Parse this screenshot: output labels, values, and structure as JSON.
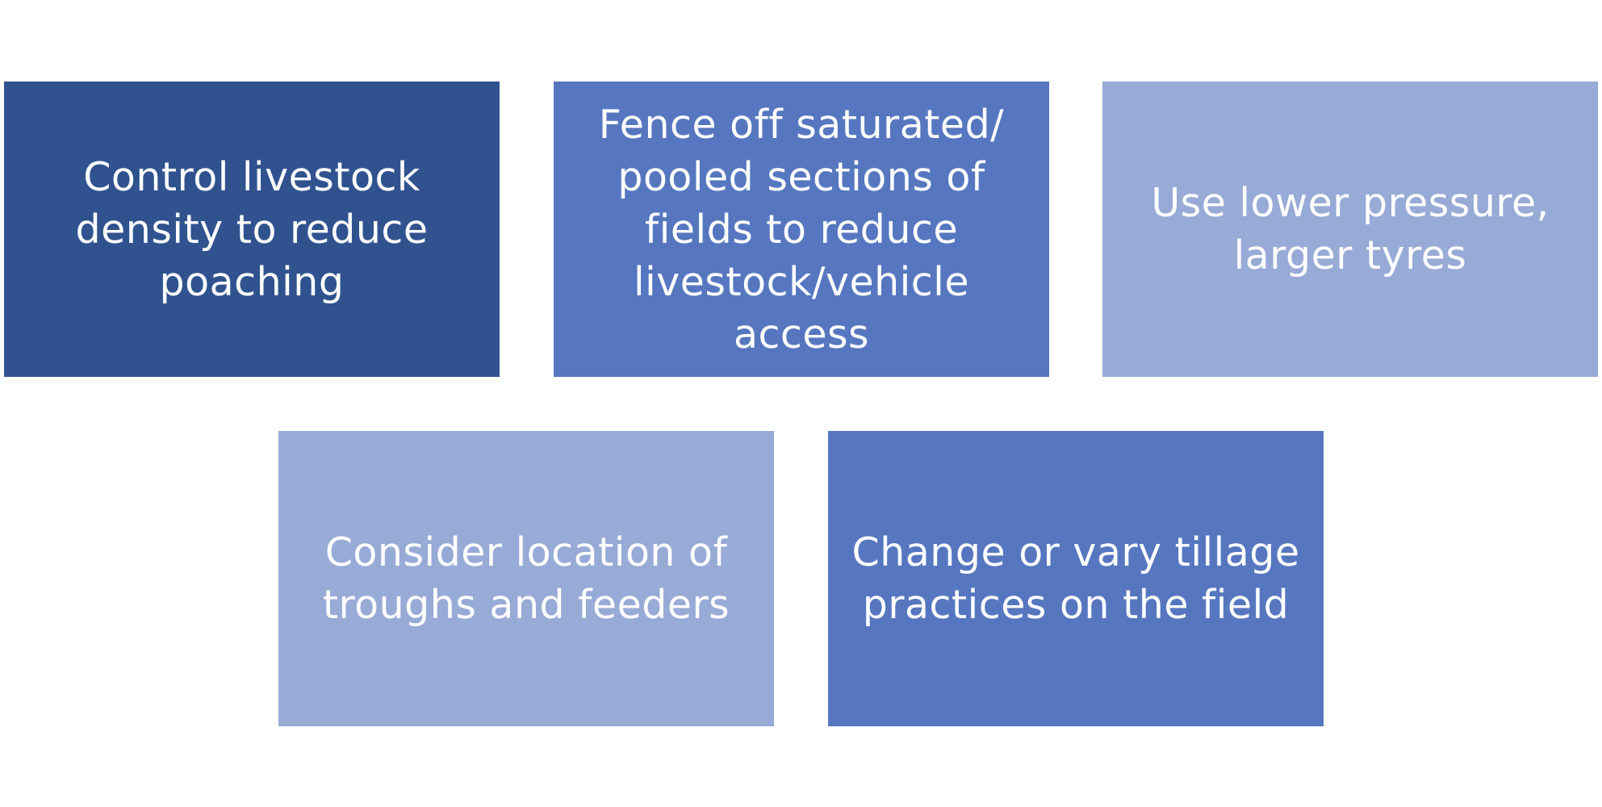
{
  "colors": {
    "dark": "#30538F",
    "medium": "#5677C0",
    "light": "#98AAD6"
  },
  "boxes": [
    {
      "text": "Control livestock density to reduce poaching",
      "color": "#30538F"
    },
    {
      "text": "Fence off saturated/ pooled sections of fields to reduce livestock/vehicle access",
      "color": "#5677C0"
    },
    {
      "text": "Use lower pressure, larger tyres",
      "color": "#98AAD6"
    },
    {
      "text": "Consider location of troughs and feeders",
      "color": "#98AAD6"
    },
    {
      "text": "Change or vary tillage practices on the field",
      "color": "#5677C0"
    }
  ]
}
